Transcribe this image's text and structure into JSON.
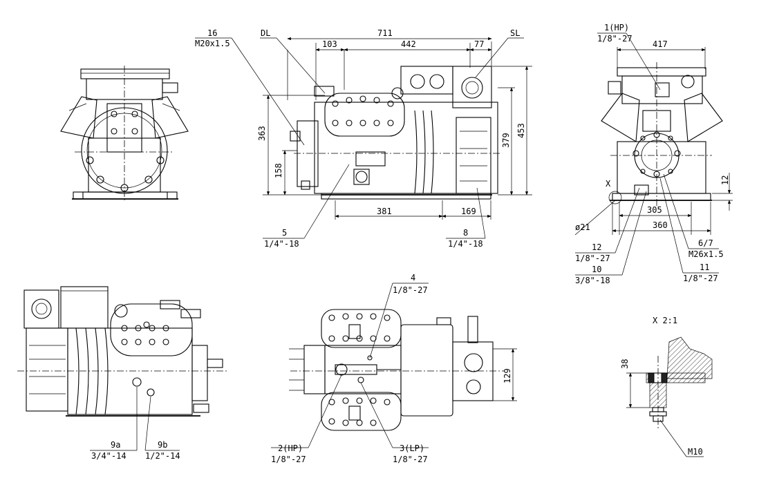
{
  "colors": {
    "line": "#000000",
    "background": "#ffffff"
  },
  "top_view": {
    "dims": {
      "d711": "711",
      "d103": "103",
      "d442": "442",
      "d77": "77",
      "d363": "363",
      "d158": "158",
      "d379": "379",
      "d453": "453",
      "d381": "381",
      "d169": "169"
    },
    "callouts": {
      "c16_num": "16",
      "c16_spec": "M20x1.5",
      "dl": "DL",
      "sl": "SL",
      "c5_num": "5",
      "c5_spec": "1/4\"-18",
      "c8_num": "8",
      "c8_spec": "1/4\"-18"
    }
  },
  "right_view": {
    "dims": {
      "d417": "417",
      "d305": "305",
      "d360": "360",
      "d12": "12",
      "d21": "ø21"
    },
    "callouts": {
      "hp_num": "1(HP)",
      "hp_spec": "1/8\"-27",
      "x_mark": "X",
      "c12_num": "12",
      "c12_spec": "1/8\"-27",
      "c10_num": "10",
      "c10_spec": "3/8\"-18",
      "c67_num": "6/7",
      "c67_spec": "M26x1.5",
      "c11_num": "11",
      "c11_spec": "1/8\"-27"
    }
  },
  "side_view": {
    "callouts": {
      "c9a_num": "9a",
      "c9a_spec": "3/4\"-14",
      "c9b_num": "9b",
      "c9b_spec": "1/2\"-14"
    }
  },
  "bottom_view": {
    "dims": {
      "d129": "129"
    },
    "callouts": {
      "c4_num": "4",
      "c4_spec": "1/8\"-27",
      "c2_num": "2(HP)",
      "c2_spec": "1/8\"-27",
      "c3_num": "3(LP)",
      "c3_spec": "1/8\"-27"
    }
  },
  "detail_view": {
    "title": "X 2:1",
    "dims": {
      "d38": "38"
    },
    "callouts": {
      "m10": "M10"
    }
  }
}
